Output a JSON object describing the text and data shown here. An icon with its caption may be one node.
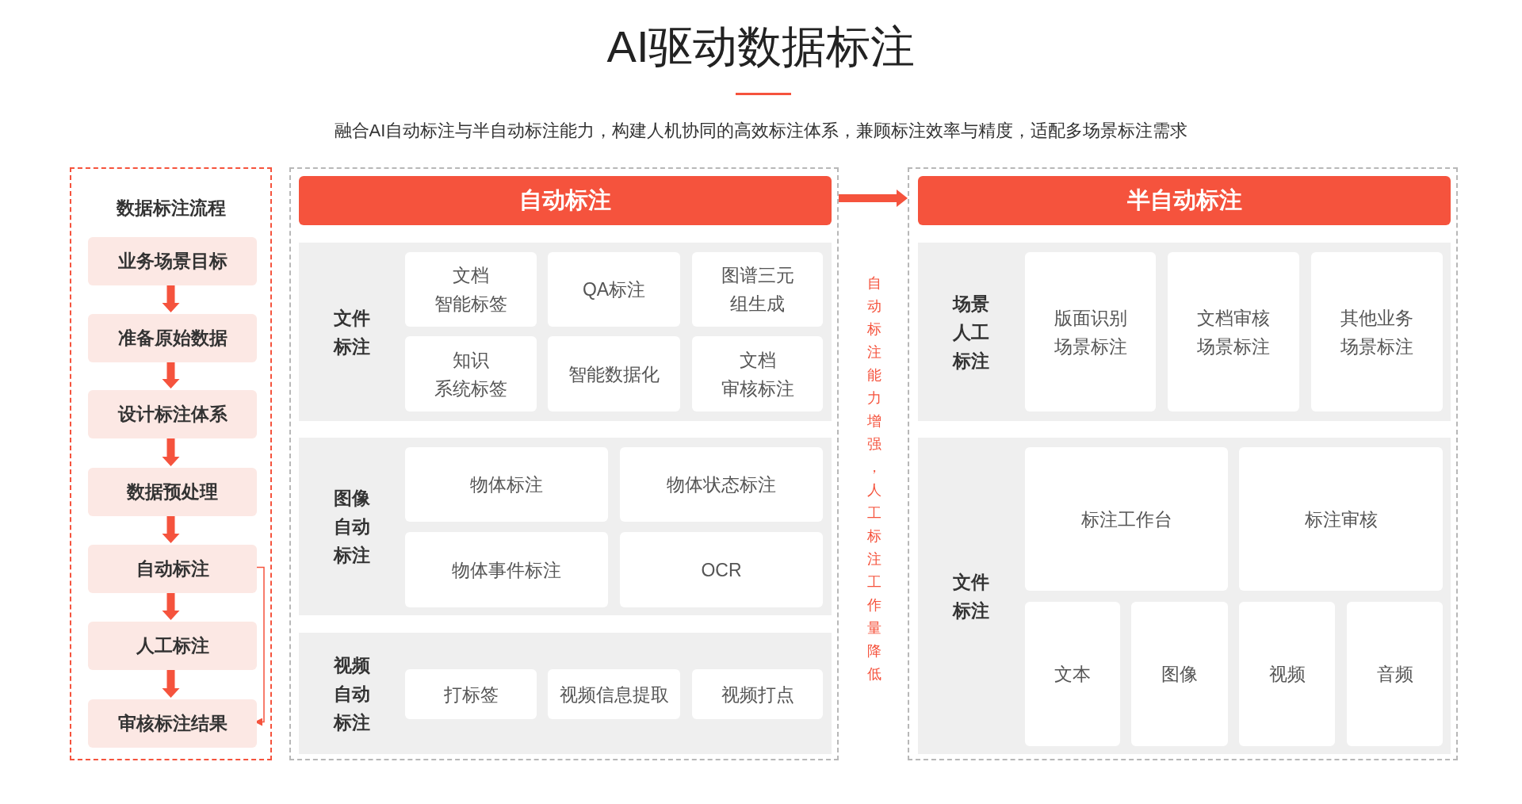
{
  "diagram": {
    "title": "AI驱动数据标注",
    "nodes": [
      {
        "text": [
          "数据标注流程"
        ]
      },
      {
        "text": [
          "业务场景目标"
        ],
        "in": 0
      },
      {
        "text": [
          "准备原始数据"
        ],
        "in": 0
      },
      {
        "text": [
          "设计标注体系"
        ],
        "in": 0
      },
      {
        "text": [
          "数据预处理"
        ],
        "in": 0
      },
      {
        "text": [
          "自动标注"
        ],
        "in": 0
      },
      {
        "text": [
          "人工标注"
        ],
        "in": 0
      },
      {
        "text": [
          "审核标注结果"
        ],
        "in": 0
      },
      {
        "text": [],
        "shape": "box"
      },
      {
        "text": [
          "自动标注"
        ],
        "in": 8
      },
      {
        "text": [
          "文件标注"
        ],
        "in": 8
      },
      {
        "text": [
          "文档智能标签"
        ],
        "in": 10
      },
      {
        "text": [
          "QA标注"
        ],
        "in": 10
      },
      {
        "text": [
          "图谱三元组生成"
        ],
        "in": 10
      },
      {
        "text": [
          "知识系统标签"
        ],
        "in": 10
      },
      {
        "text": [
          "智能数据化"
        ],
        "in": 10
      },
      {
        "text": [
          "文档审核标注"
        ],
        "in": 10
      },
      {
        "text": [
          "图像自动标注"
        ],
        "in": 8
      },
      {
        "text": [
          "物体标注"
        ],
        "in": 17
      },
      {
        "text": [
          "物体状态标注"
        ],
        "in": 17
      },
      {
        "text": [
          "物体事件标注"
        ],
        "in": 17
      },
      {
        "text": [
          "OCR"
        ],
        "in": 17
      },
      {
        "text": [
          "视频自动标注"
        ],
        "in": 8
      },
      {
        "text": [
          "打标签"
        ],
        "in": 22
      },
      {
        "text": [
          "视频信息提取"
        ],
        "in": 22
      },
      {
        "text": [
          "视频打点"
        ],
        "in": 22
      },
      {
        "text": [],
        "shape": "box"
      },
      {
        "text": [
          "半自动标注"
        ],
        "in": 26
      },
      {
        "text": [
          "场景人工标注"
        ],
        "in": 26
      },
      {
        "text": [
          "版面识别场景标注"
        ],
        "in": 28
      },
      {
        "text": [
          "文档审核场景标注"
        ],
        "in": 28
      },
      {
        "text": [
          "其他业务场景标注"
        ],
        "in": 28
      },
      {
        "text": [
          "文件标注"
        ],
        "in": 26
      },
      {
        "text": [
          "标注工作台"
        ],
        "in": 32
      },
      {
        "text": [
          "标注审核"
        ],
        "in": 32
      },
      {
        "text": [
          "文本"
        ],
        "in": 32
      },
      {
        "text": [
          "图像"
        ],
        "in": 32
      },
      {
        "text": [
          "视频"
        ],
        "in": 32
      },
      {
        "text": [
          "音频"
        ],
        "in": 32
      }
    ],
    "edges": [
      {
        "from": 1,
        "to": 2,
        "arrow": "to"
      },
      {
        "from": 2,
        "to": 3,
        "arrow": "to"
      },
      {
        "from": 3,
        "to": 4,
        "arrow": "to"
      },
      {
        "from": 4,
        "to": 5,
        "arrow": "to"
      },
      {
        "from": 5,
        "to": 6,
        "arrow": "to"
      },
      {
        "from": 6,
        "to": 7,
        "arrow": "to"
      },
      {
        "from": 5,
        "to": 7,
        "arrow": "to"
      },
      {
        "from": 8,
        "to": 26,
        "arrow": "to"
      }
    ],
    "labels": [
      "融合AI自动标注与半自动标注能力，构建人机协同的高效标注体系，兼顾标注效率与精度，适配多场景标注需求",
      "自动标注能力增强，人工标注工作量降低"
    ]
  }
}
